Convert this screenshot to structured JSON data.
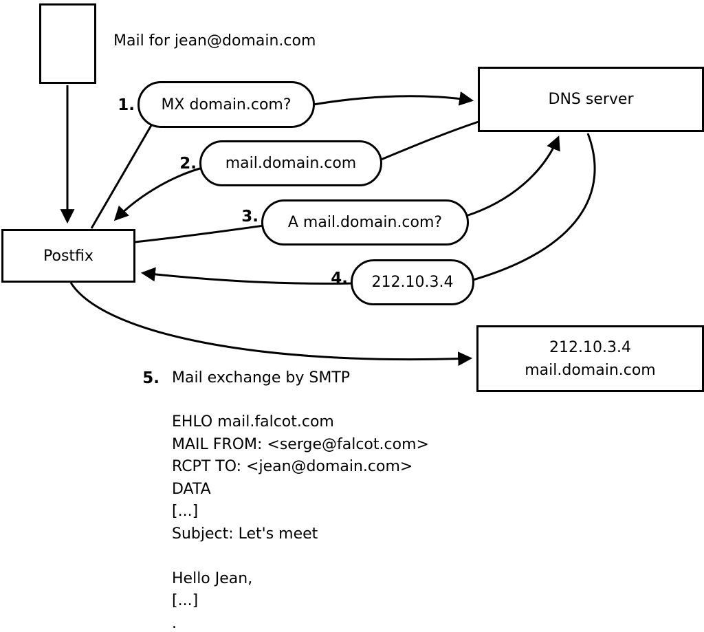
{
  "title": "Mail for jean@domain.com",
  "nodes": {
    "postfix": {
      "label": "Postfix"
    },
    "dns_server": {
      "label": "DNS server"
    },
    "mail_server": {
      "line1": "212.10.3.4",
      "line2": "mail.domain.com"
    }
  },
  "steps": [
    {
      "num": "1.",
      "label": "MX domain.com?"
    },
    {
      "num": "2.",
      "label": "mail.domain.com"
    },
    {
      "num": "3.",
      "label": "A mail.domain.com?"
    },
    {
      "num": "4.",
      "label": "212.10.3.4"
    },
    {
      "num": "5.",
      "label": "Mail exchange by SMTP"
    }
  ],
  "smtp": {
    "lines": [
      "EHLO mail.falcot.com",
      "MAIL FROM: <serge@falcot.com>",
      "RCPT TO: <jean@domain.com>",
      "DATA",
      "[...]",
      "Subject: Let's meet",
      "",
      "Hello Jean,",
      "[...]",
      "."
    ]
  }
}
